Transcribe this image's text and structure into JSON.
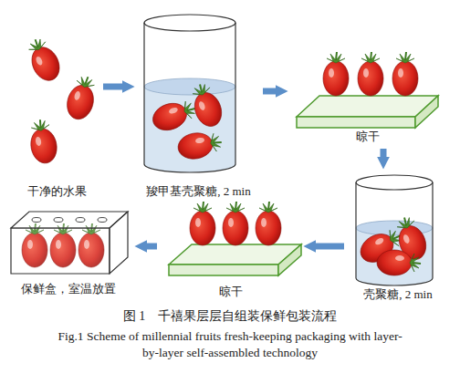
{
  "diagram": {
    "caption": "图 1　千禧果层层自组装保鲜包装流程",
    "nodes": [
      {
        "text": [
          "干净的水果"
        ]
      },
      {
        "text": [
          "羧甲基壳聚糖, 2 min"
        ]
      },
      {
        "text": [
          "晾干"
        ]
      },
      {
        "text": [
          "壳聚糖, 2 min"
        ]
      },
      {
        "text": [
          "晾干"
        ]
      },
      {
        "text": [
          "保鲜盒，室温放置"
        ]
      }
    ],
    "edges": [
      {
        "from": 0,
        "to": 1,
        "arrow": "to"
      },
      {
        "from": 1,
        "to": 2,
        "arrow": "to"
      },
      {
        "from": 2,
        "to": 3,
        "arrow": "to"
      },
      {
        "from": 3,
        "to": 4,
        "arrow": "to"
      },
      {
        "from": 4,
        "to": 5,
        "arrow": "to"
      }
    ],
    "labels": [
      "Fig.1 Scheme of millennial fruits fresh-keeping packaging with layer-by-layer self-assembled technology"
    ]
  }
}
